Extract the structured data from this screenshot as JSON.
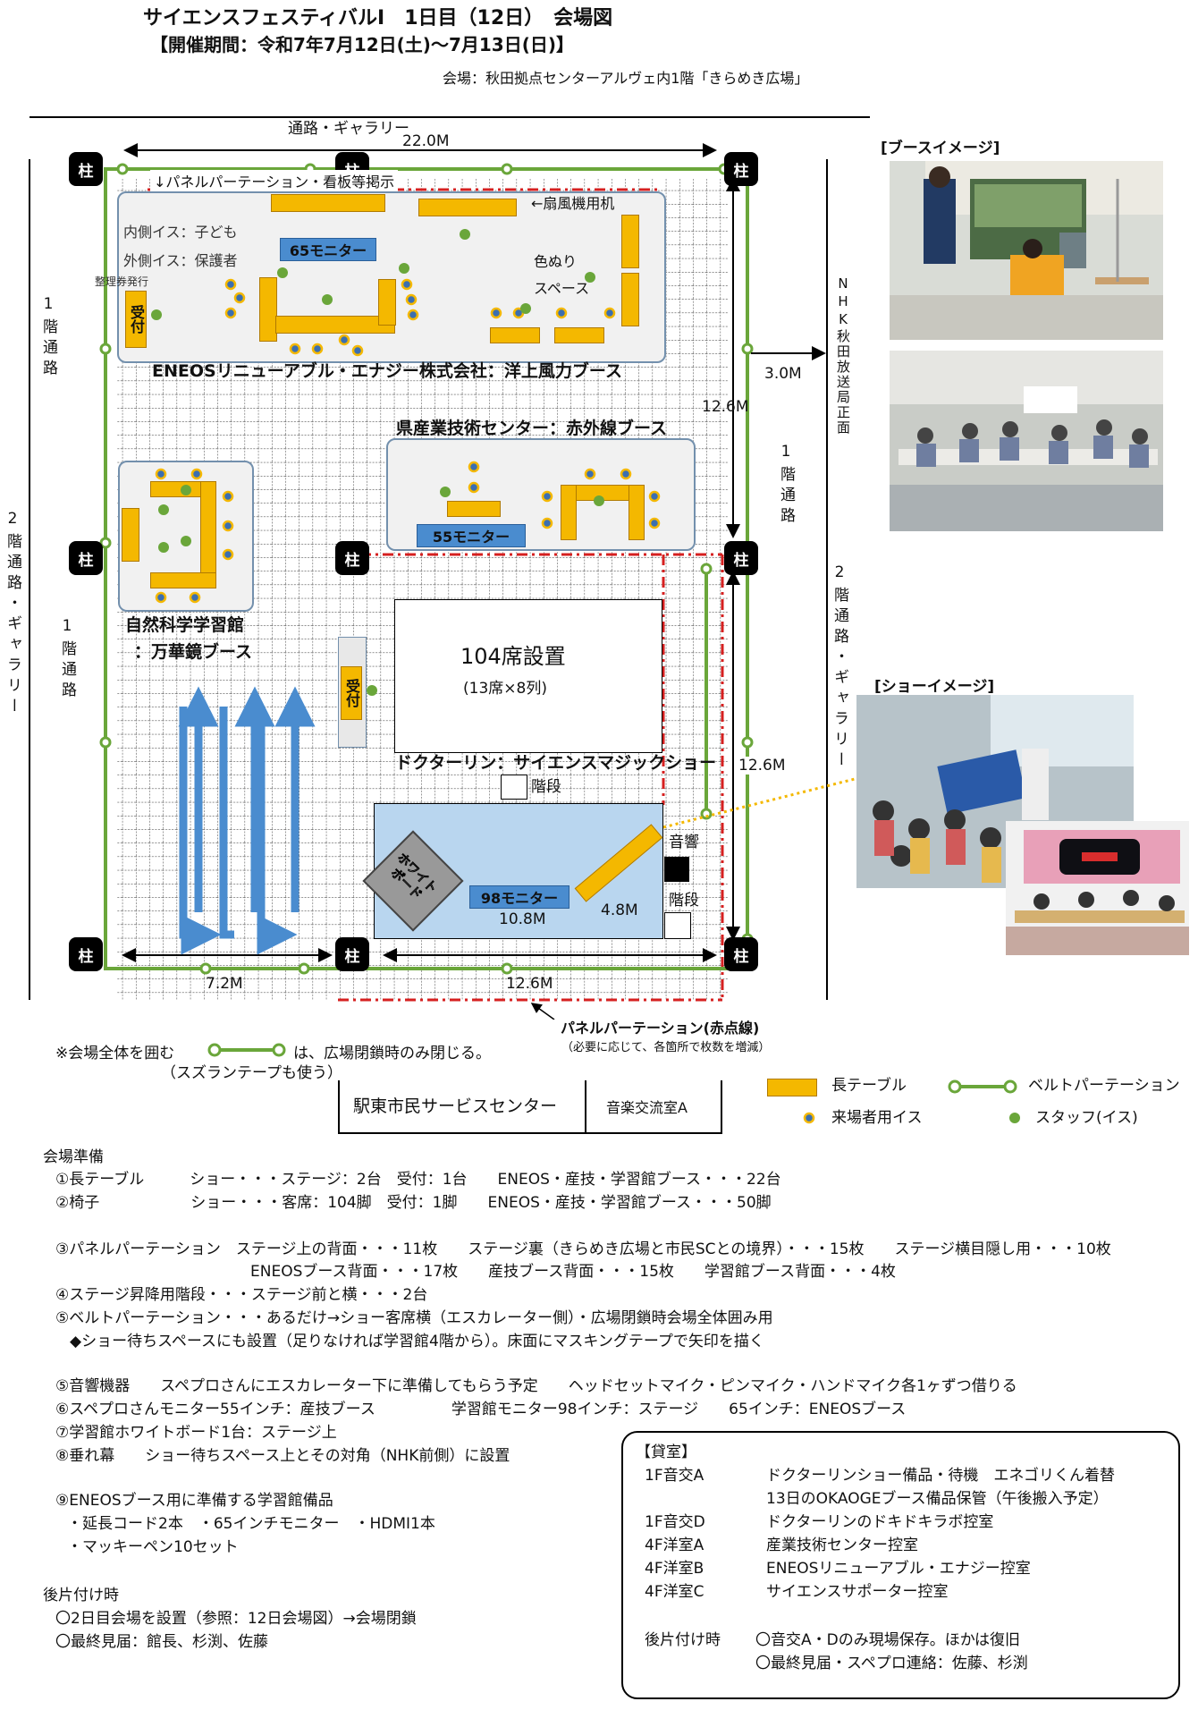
{
  "header": {
    "title": "サイエンスフェスティバルⅠ　1日目（12日）　会場図",
    "period": "【開催期間：令和7年7月12日(土)～7月13日(日)】",
    "venue": "会場：秋田拠点センターアルヴェ内1階「きらめき広場」"
  },
  "map": {
    "top_corridor": "通路・ギャラリー",
    "width_total": "22.0M",
    "panel_note_top": "↓パネルパーテーション・看板等掲示",
    "fan_note": "←扇風機用机",
    "pillar": "柱",
    "nhk": "NHK秋田放送局正面",
    "corridor_1f": "1階通路",
    "corridor_2f": "2階通路・ギャラリー",
    "dist_3m": "3.0M",
    "dist_126_a": "12.6M",
    "dist_126_b": "12.6M",
    "dist_72": "7.2M",
    "dist_126_c": "12.6M",
    "dist_108": "10.8M",
    "dist_48": "4.8M",
    "eneos": {
      "inner": "内側イス：子ども",
      "outer": "外側イス：保護者",
      "ticket": "整理券発行",
      "reception": "受付",
      "monitor": "65モニター",
      "coloring1": "色ぬり",
      "coloring2": "スペース",
      "name": "ENEOSリニューアブル・エナジー株式会社：洋上風力ブース"
    },
    "tech": {
      "name": "県産業技術センター：赤外線ブース",
      "monitor": "55モニター"
    },
    "museum": {
      "name1": "自然科学学習館",
      "name2": "：万華鏡ブース"
    },
    "show": {
      "reception": "受付",
      "seats": "104席設置",
      "seats_sub": "(13席×8列)",
      "name": "ドクターリン：サイエンスマジックショー",
      "stairs": "階段",
      "stairs2": "階段",
      "whiteboard": "ホワイトボード",
      "monitor": "98モニター",
      "sound": "音響"
    },
    "panel_note": "パネルパーテーション(赤点線)",
    "panel_note_sub": "（必要に応じて、各箇所で枚数を増減）"
  },
  "images": {
    "booth_title": "[ブースイメージ]",
    "show_title": "[ショーイメージ]"
  },
  "bottom": {
    "note1": "※会場全体を囲む",
    "note2": "は、広場閉鎖時のみ閉じる。",
    "note3": "（スズランテープも使う）",
    "room1": "駅東市民サービスセンター",
    "room2": "音楽交流室A"
  },
  "legend": {
    "long_table": "長テーブル",
    "belt": "ベルトパーテーション",
    "visitor_chair": "来場者用イス",
    "staff_chair": "スタッフ(イス)"
  },
  "prep": {
    "title": "会場準備",
    "lines": [
      "①長テーブル　　　ショー・・・ステージ：2台　受付：1台　　ENEOS・産技・学習館ブース・・・22台",
      "②椅子　　　　　　ショー・・・客席：104脚　受付：1脚　　ENEOS・産技・学習館ブース・・・50脚",
      "③パネルパーテーション　ステージ上の背面・・・11枚　　ステージ裏（きらめき広場と市民SCとの境界）・・・15枚　　ステージ横目隠し用・・・10枚",
      "ENEOSブース背面・・・17枚　　産技ブース背面・・・15枚　　学習館ブース背面・・・4枚",
      "④ステージ昇降用階段・・・ステージ前と横・・・2台",
      "⑤ベルトパーテーション・・・あるだけ→ショー客席横（エスカレーター側）・広場閉鎖時会場全体囲み用",
      "◆ショー待ちスペースにも設置（足りなければ学習館4階から）。床面にマスキングテープで矢印を描く",
      "⑤音響機器　　スペプロさんにエスカレーター下に準備してもらう予定　　ヘッドセットマイク・ピンマイク・ハンドマイク各1ヶずつ借りる",
      "⑥スペプロさんモニター55インチ：産技ブース　　　　　学習館モニター98インチ：ステージ　　65インチ：ENEOSブース",
      "⑦学習館ホワイトボード1台：ステージ上",
      "⑧垂れ幕　　ショー待ちスペース上とその対角（NHK前側）に設置",
      "⑨ENEOSブース用に準備する学習館備品",
      "・延長コード2本　・65インチモニター　・HDMI1本",
      "・マッキーペン10セット"
    ],
    "after_title": "後片付け時",
    "after1": "〇2日目会場を設置（参照：12日会場図）→会場閉鎖",
    "after2": "〇最終見届：館長、杉渕、佐藤"
  },
  "rental": {
    "title": "【貸室】",
    "rows": [
      {
        "room": "1F音交A",
        "use": "ドクターリンショー備品・待機　エネゴリくん着替"
      },
      {
        "room": "",
        "use": "13日のOKAOGEブース備品保管（午後搬入予定）"
      },
      {
        "room": "1F音交D",
        "use": "ドクターリンのドキドキラボ控室"
      },
      {
        "room": "4F洋室A",
        "use": "産業技術センター控室"
      },
      {
        "room": "4F洋室B",
        "use": "ENEOSリニューアブル・エナジー控室"
      },
      {
        "room": "4F洋室C",
        "use": "サイエンスサポーター控室"
      }
    ],
    "after_label": "後片付け時",
    "after1": "〇音交A・Dのみ現場保存。ほかは復旧",
    "after2": "〇最終見届・スペプロ連絡：佐藤、杉渕"
  },
  "colors": {
    "belt": "#6aa63a",
    "table": "#f4b800",
    "monitor": "#4a8ccf",
    "red": "#d62020",
    "stage": "#b9d6ef"
  }
}
